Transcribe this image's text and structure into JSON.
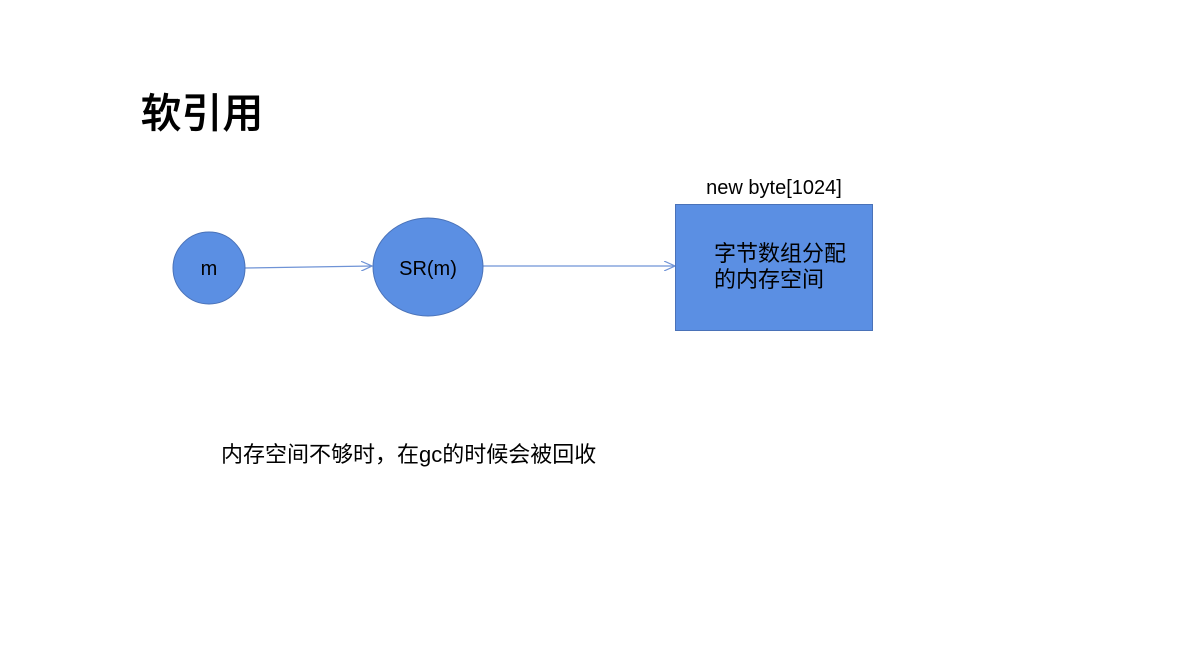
{
  "title": "软引用",
  "colors": {
    "node_fill": "#5b8fe3",
    "node_stroke": "#4a72b8",
    "arrow": "#6f93d6"
  },
  "nodes": {
    "m": {
      "label": "m"
    },
    "sr": {
      "label": "SR(m)"
    },
    "box": {
      "label": "new byte[1024]",
      "lines": [
        "字节数组分配",
        "的内存空间"
      ]
    }
  },
  "edges": [
    {
      "from": "m",
      "to": "SR(m)"
    },
    {
      "from": "SR(m)",
      "to": "new byte[1024]"
    }
  ],
  "caption": "内存空间不够时，在gc的时候会被回收"
}
